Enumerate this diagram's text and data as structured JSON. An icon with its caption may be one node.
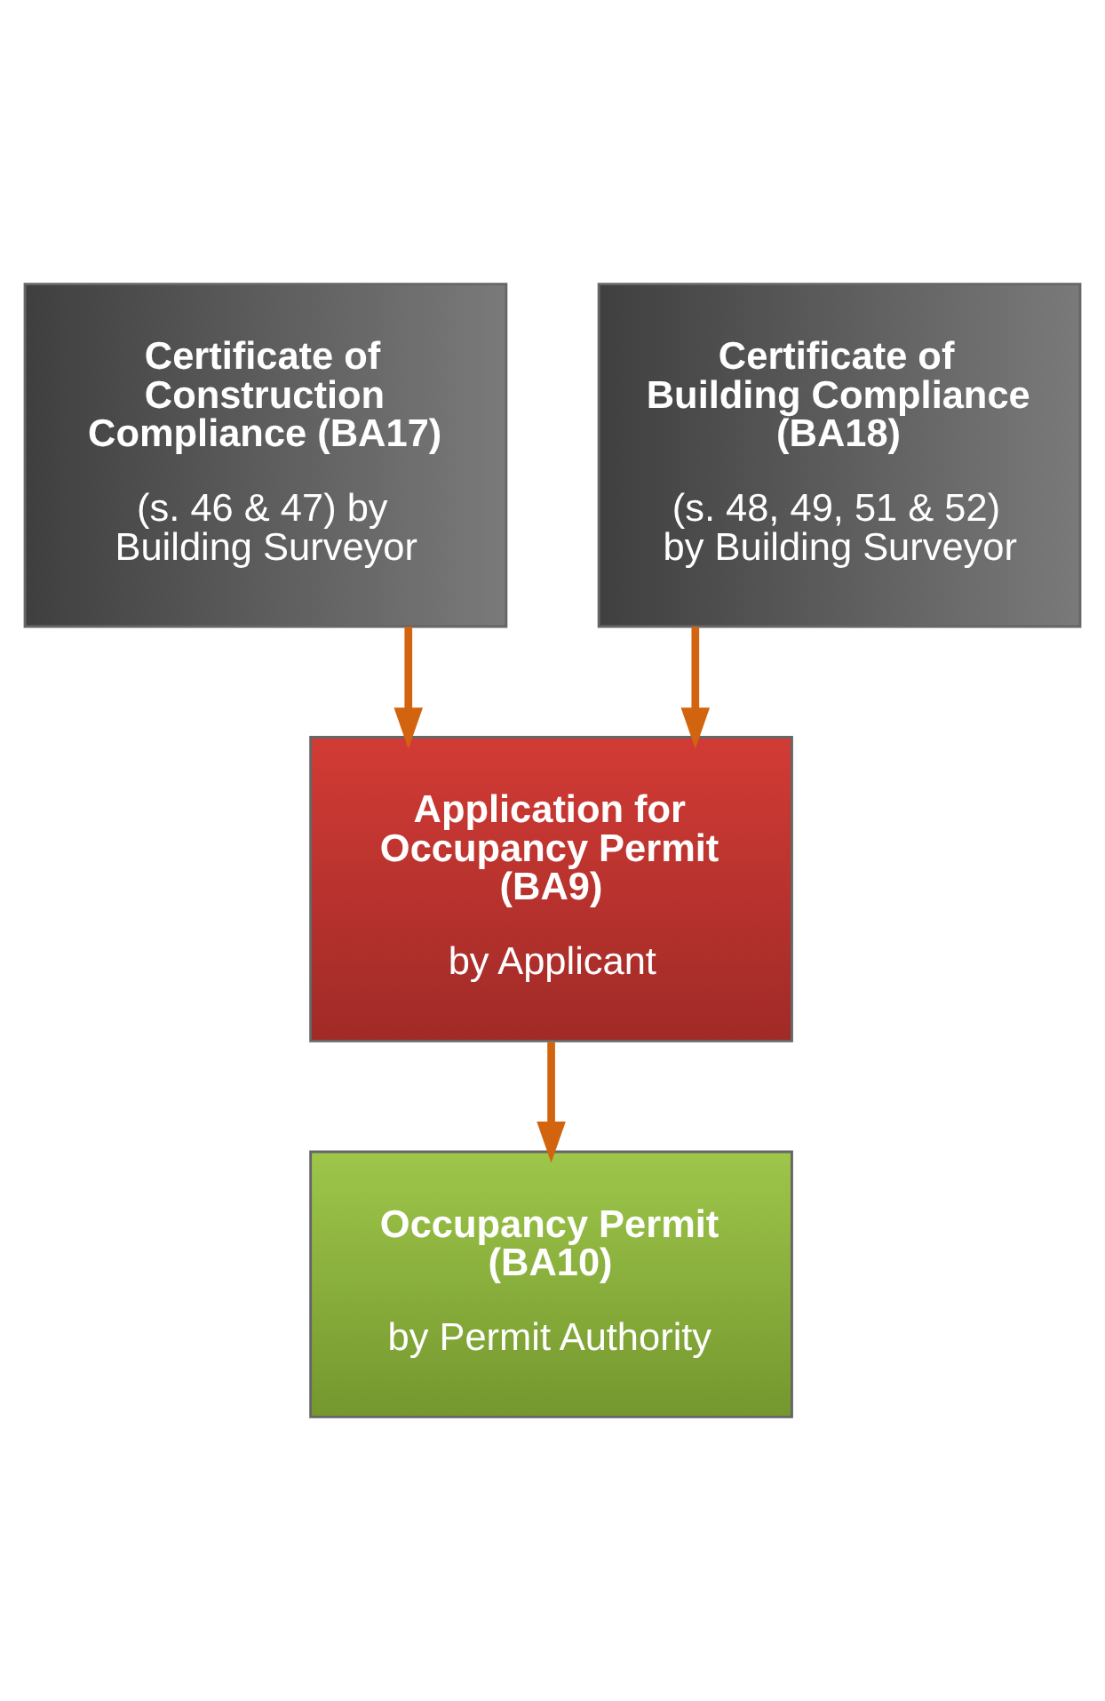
{
  "diagram": {
    "nodes": [
      {
        "text": [
          "Certificate of Construction Compliance (BA17)",
          "(s. 46 & 47) by Building Surveyor"
        ]
      },
      {
        "text": [
          "Certificate of Building Compliance (BA18)",
          "(s. 48, 49, 51 & 52) by Building Surveyor"
        ]
      },
      {
        "text": [
          "Application for Occupancy Permit (BA9)",
          "by Applicant"
        ]
      },
      {
        "text": [
          "Occupancy Permit (BA10)",
          "by Permit Authority"
        ]
      }
    ],
    "edges": [
      {
        "from": 0,
        "to": 2,
        "arrow": "to"
      },
      {
        "from": 1,
        "to": 2,
        "arrow": "to"
      },
      {
        "from": 2,
        "to": 3,
        "arrow": "to"
      }
    ]
  }
}
